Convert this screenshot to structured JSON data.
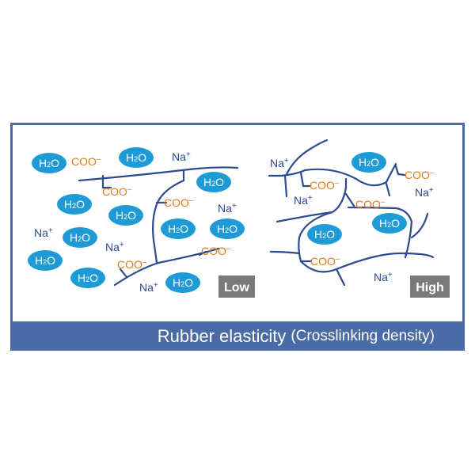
{
  "caption": {
    "main": "Rubber elasticity",
    "sub": "(Crosslinking density)"
  },
  "panels": [
    {
      "tag": "Low"
    },
    {
      "tag": "High"
    }
  ],
  "labels": {
    "water": "H",
    "water_sub": "2",
    "water_tail": "O",
    "carboxylate": "COO",
    "carboxylate_charge": "–",
    "sodium": "Na",
    "sodium_charge": "+"
  },
  "colors": {
    "frame": "#4a6ba5",
    "bond": "#2c4a8e",
    "water": "#1e9bd7",
    "carboxylate": "#e07b1a",
    "sodium": "#2c4a8e",
    "tag": "#7a7a7a"
  }
}
